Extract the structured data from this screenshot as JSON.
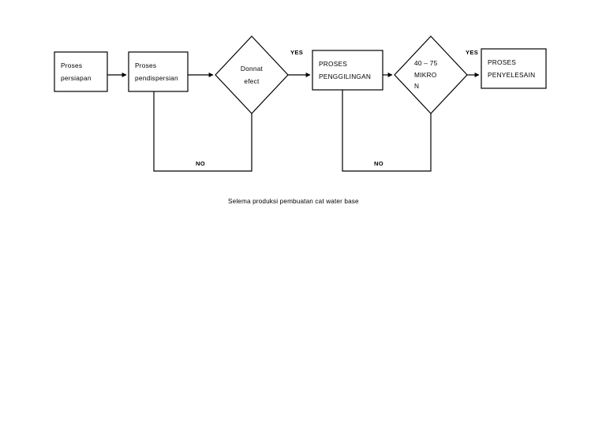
{
  "diagram": {
    "type": "flowchart",
    "orientation": "left-to-right",
    "caption": "Selema produksi pembuatan cat water base",
    "stroke_color": "#000000",
    "fill_color": "#ffffff",
    "background_color": "#ffffff",
    "nodes": [
      {
        "id": "proses-persiapan",
        "shape": "rectangle",
        "lines": [
          "Proses",
          "persiapan"
        ],
        "line1": "Proses",
        "line2": "persiapan"
      },
      {
        "id": "proses-pendispersian",
        "shape": "rectangle",
        "lines": [
          "Proses",
          "pendispersian"
        ],
        "line1": "Proses",
        "line2": "pendispersian"
      },
      {
        "id": "donnat-efect",
        "shape": "diamond",
        "lines": [
          "Donnat",
          "efect"
        ],
        "line1": "Donnat",
        "line2": "efect"
      },
      {
        "id": "proses-penggilingan",
        "shape": "rectangle",
        "lines": [
          "PROSES",
          "PENGGILINGAN"
        ],
        "line1": "PROSES",
        "line2": "PENGGILINGAN"
      },
      {
        "id": "ukuran-mikron",
        "shape": "diamond",
        "lines": [
          "40 – 75",
          "MIKRO",
          "N"
        ],
        "line1": "40 – 75",
        "line2": "MIKRO",
        "line3": "N"
      },
      {
        "id": "proses-penyelesain",
        "shape": "rectangle",
        "lines": [
          "PROSES",
          "PENYELESAIN"
        ],
        "line1": "PROSES",
        "line2": "PENYELESAIN"
      }
    ],
    "edges": [
      {
        "id": "persiapan-to-pendispersian",
        "from": "proses-persiapan",
        "to": "proses-pendispersian",
        "label": ""
      },
      {
        "id": "pendispersian-to-donnat",
        "from": "proses-pendispersian",
        "to": "donnat-efect",
        "label": ""
      },
      {
        "id": "donnat-yes-to-penggilingan",
        "from": "donnat-efect",
        "to": "proses-penggilingan",
        "label": "YES"
      },
      {
        "id": "donnat-no-to-pendispersian",
        "from": "donnat-efect",
        "to": "proses-pendispersian",
        "label": "NO"
      },
      {
        "id": "penggilingan-to-mikron",
        "from": "proses-penggilingan",
        "to": "ukuran-mikron",
        "label": ""
      },
      {
        "id": "mikron-yes-to-penyelesain",
        "from": "ukuran-mikron",
        "to": "proses-penyelesain",
        "label": "YES"
      },
      {
        "id": "mikron-no-to-penggilingan",
        "from": "ukuran-mikron",
        "to": "proses-penggilingan",
        "label": "NO"
      }
    ],
    "labels": {
      "yes_1": "YES",
      "yes_2": "YES",
      "no_1": "NO",
      "no_2": "NO"
    }
  }
}
